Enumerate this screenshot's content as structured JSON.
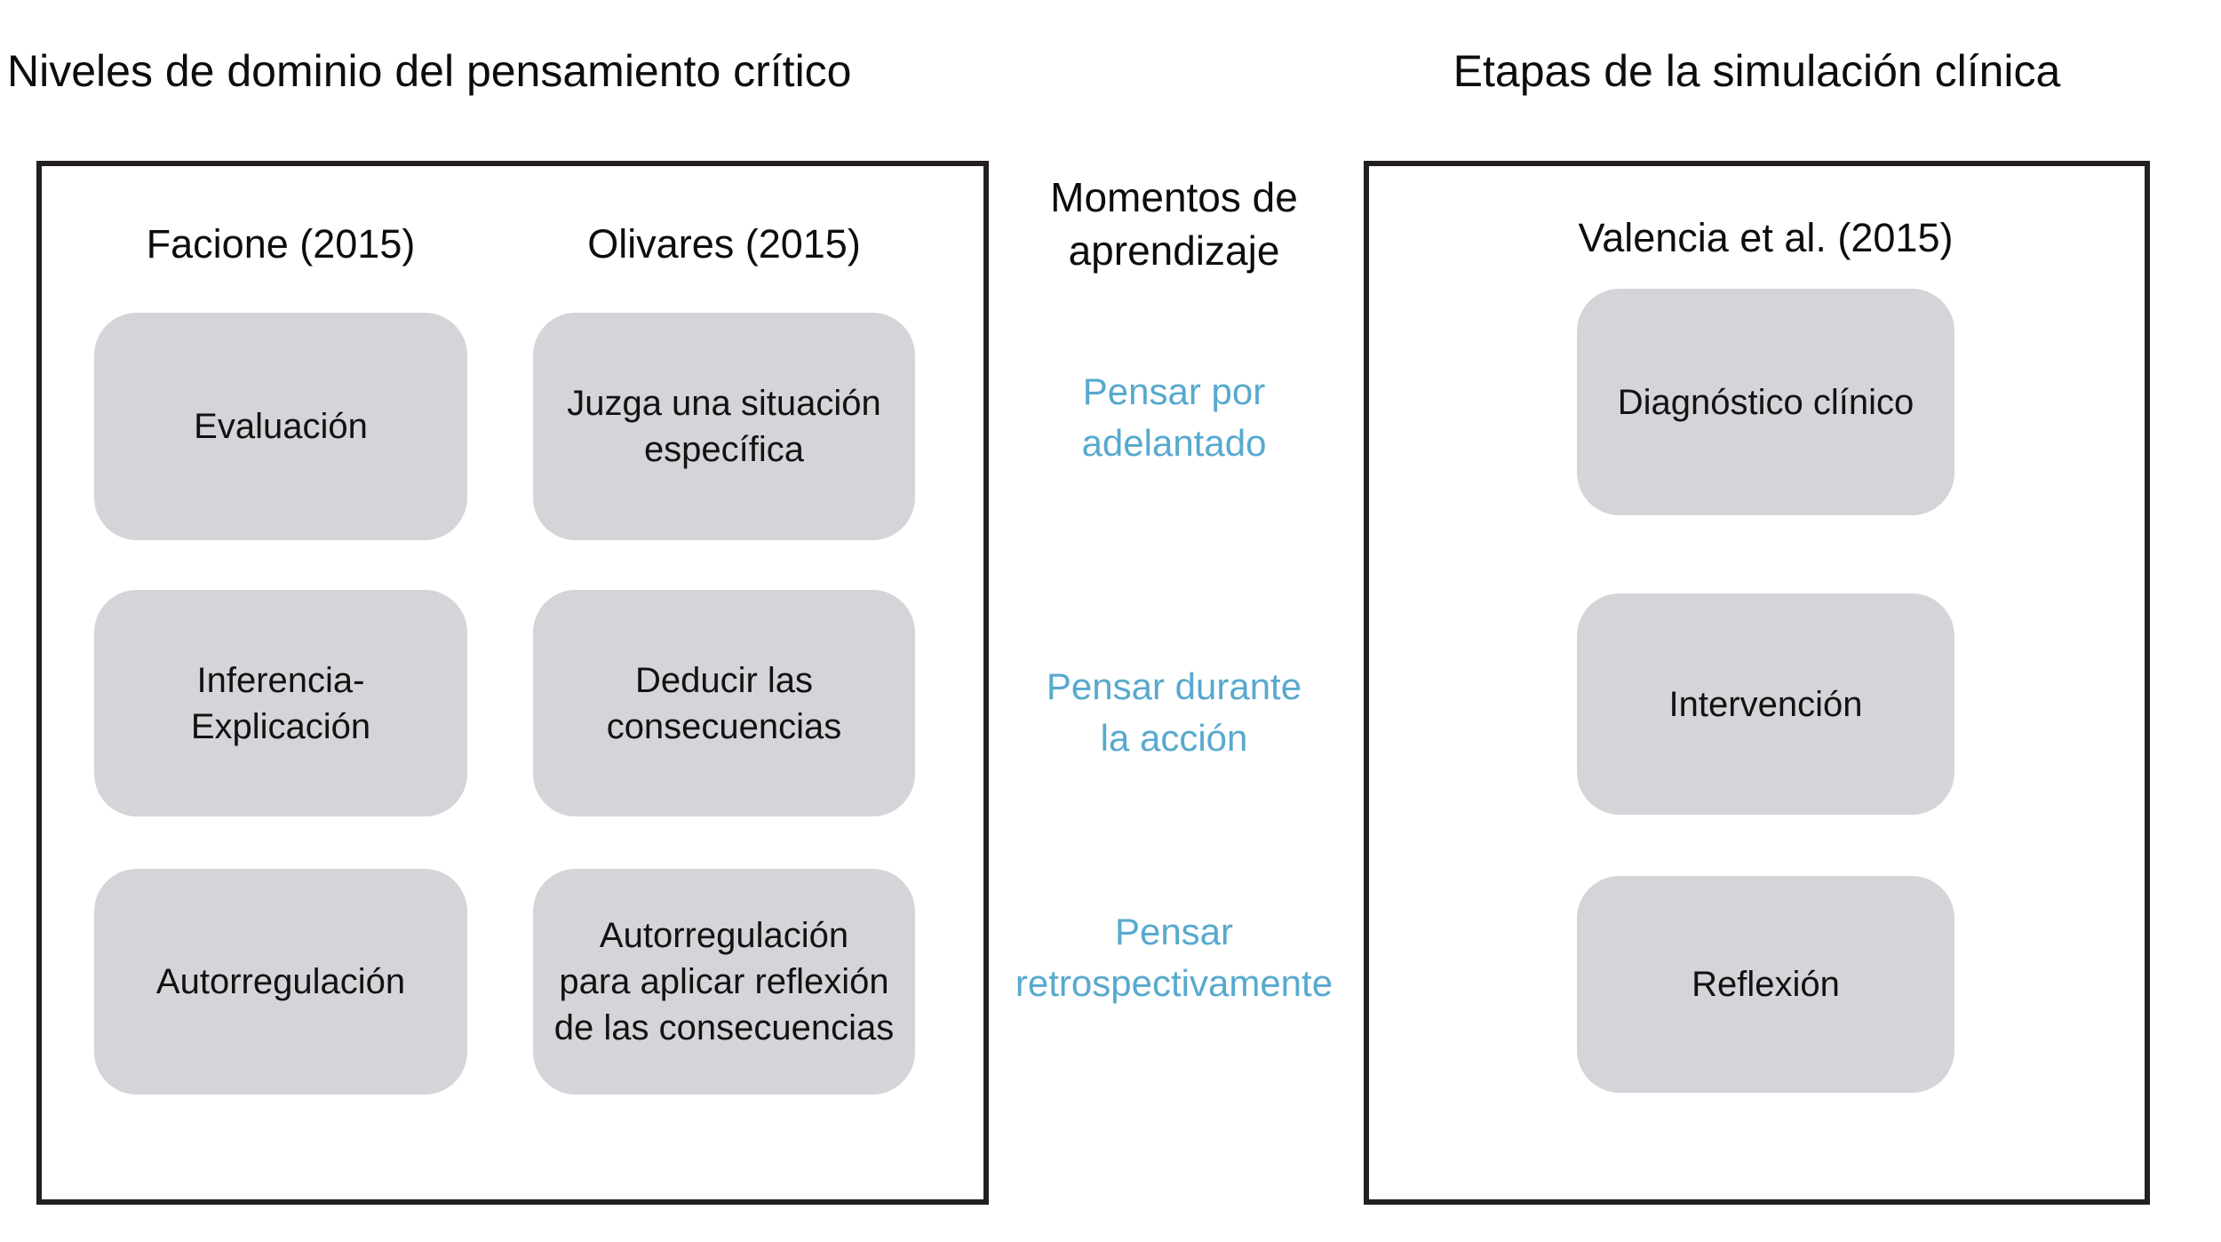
{
  "titles": {
    "left": "Niveles de dominio del pensamiento crítico",
    "right": "Etapas de la simulación clínica"
  },
  "colors": {
    "panel_border": "#231f20",
    "box_fill": "#d3d5d8",
    "moment_text": "#57a9ce",
    "body_text": "#101010",
    "background": "#ffffff"
  },
  "left_panel": {
    "columns": [
      {
        "header": "Facione (2015)",
        "items": [
          "Evaluación",
          "Inferencia-\nExplicación",
          "Autorregulación"
        ]
      },
      {
        "header": "Olivares (2015)",
        "items": [
          "Juzga una situación\nespecífica",
          "Deducir las\nconsecuencias",
          "Autorregulación\npara aplicar reflexión\nde las consecuencias"
        ]
      }
    ]
  },
  "middle": {
    "header": "Momentos de\naprendizaje",
    "moments": [
      "Pensar por\nadelantado",
      "Pensar durante\nla acción",
      "Pensar\nretrospectivamente"
    ]
  },
  "right_panel": {
    "header": "Valencia et al. (2015)",
    "items": [
      "Diagnóstico clínico",
      "Intervención",
      "Reflexión"
    ]
  }
}
